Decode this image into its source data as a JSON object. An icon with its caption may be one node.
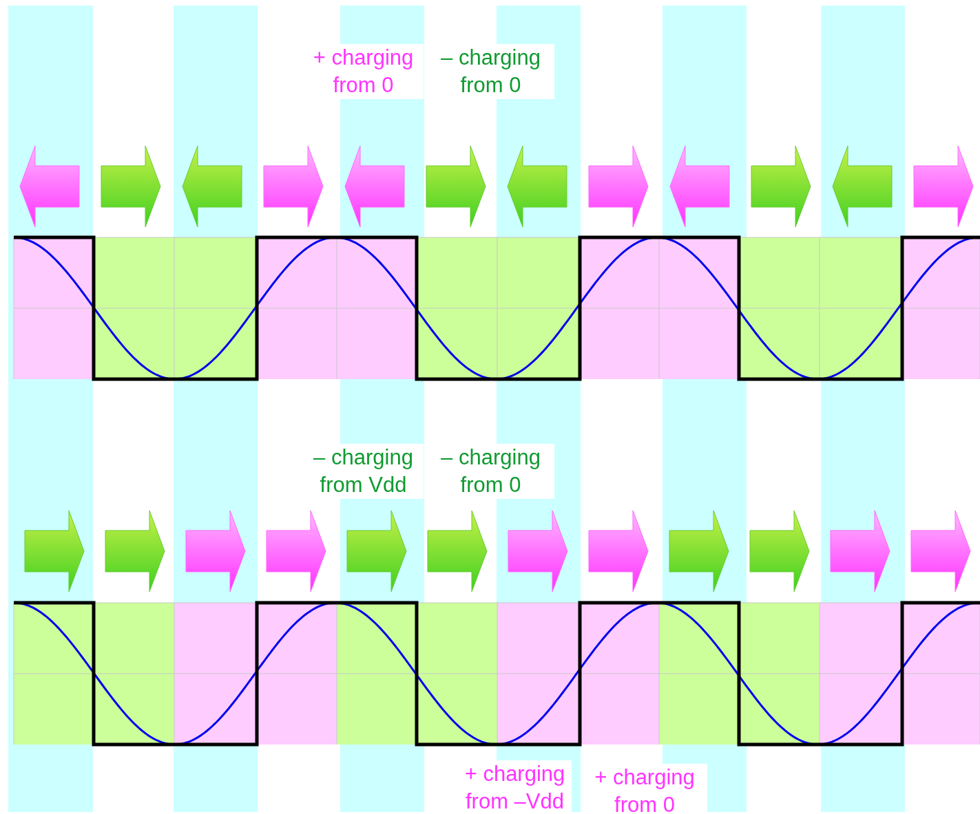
{
  "diagram": {
    "labels": [
      "+ charging from 0",
      "– charging from 0",
      "– charging from Vdd",
      "– charging from 0",
      "+ charging from –Vdd",
      "+ charging from 0"
    ]
  }
}
